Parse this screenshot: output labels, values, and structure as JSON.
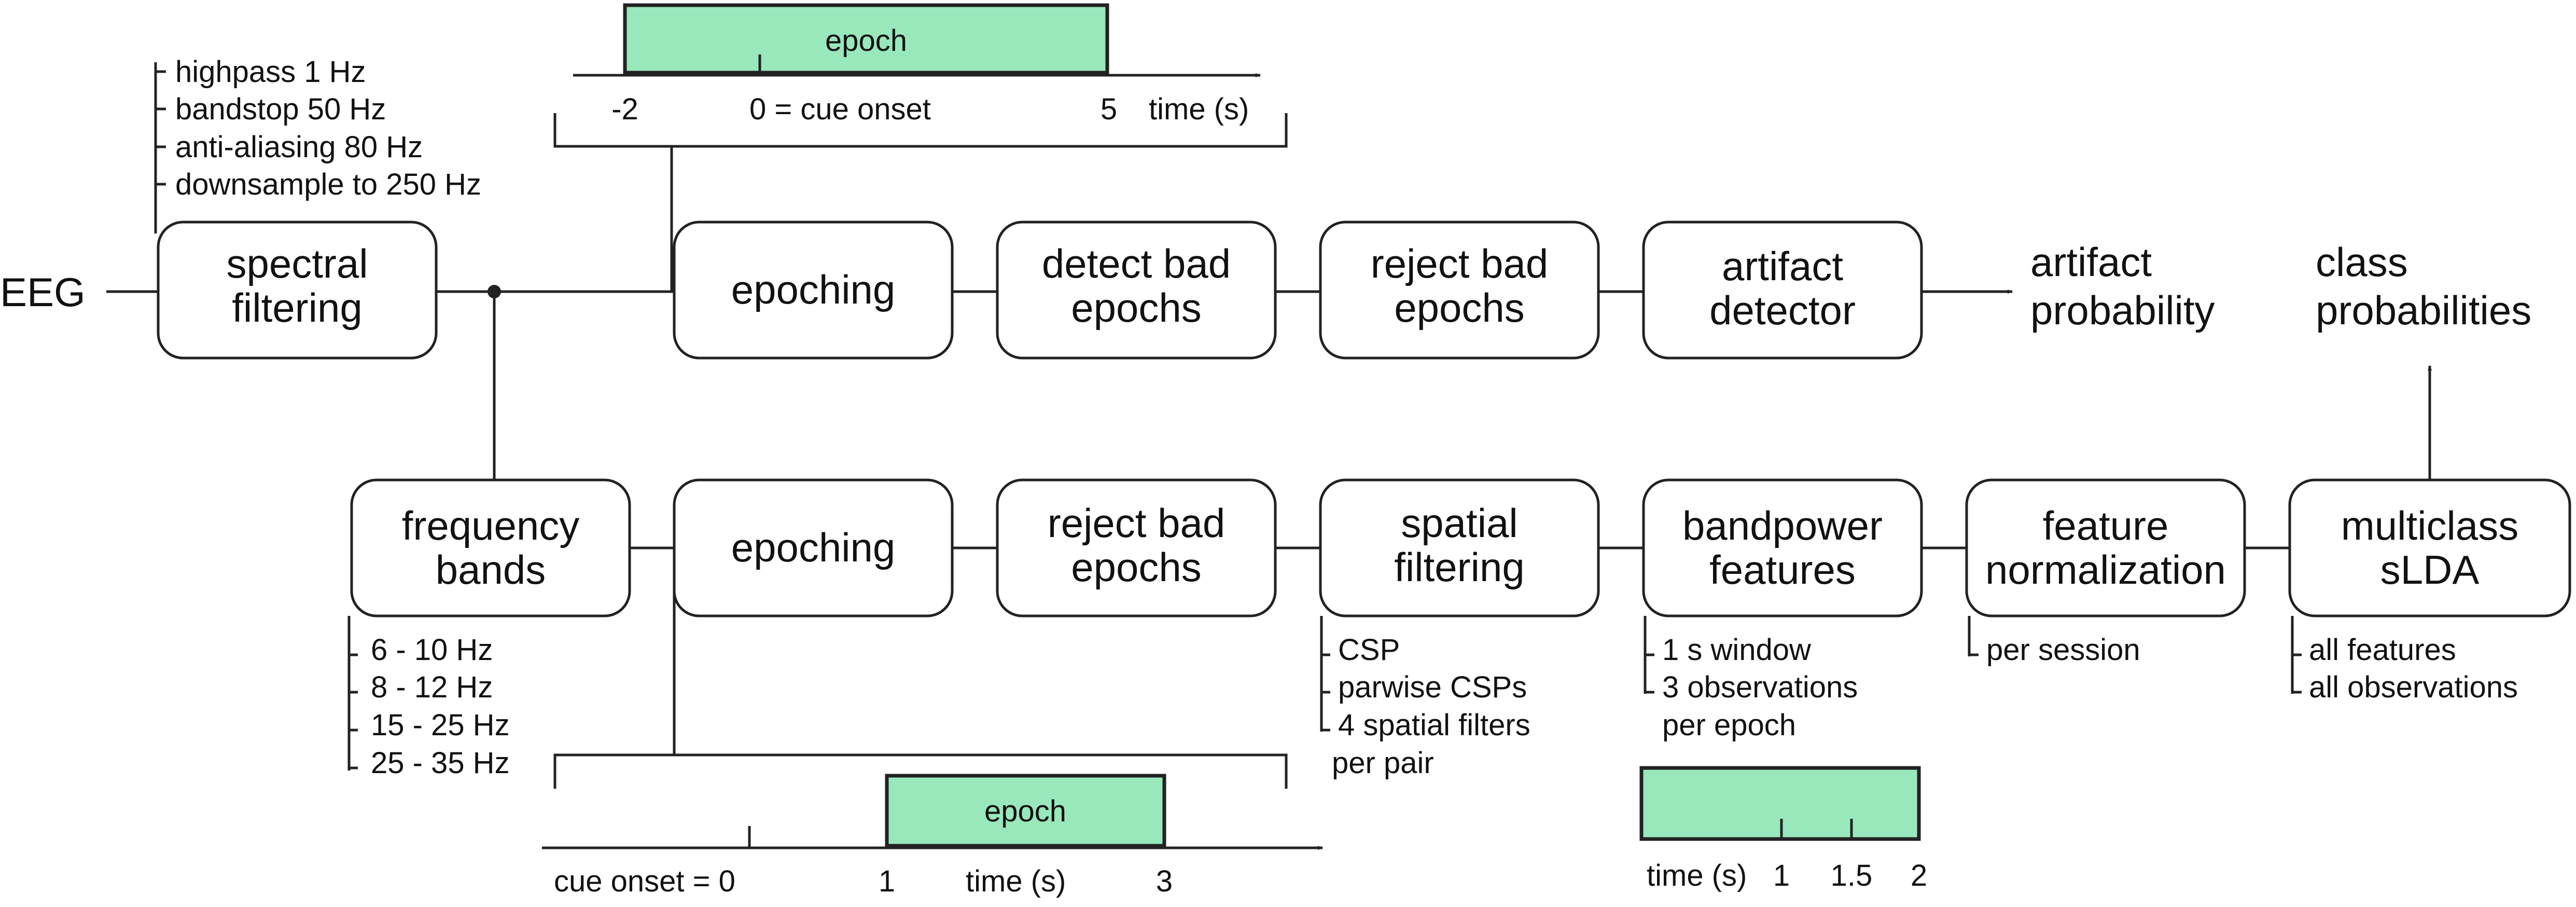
{
  "input_label": "EEG",
  "preprocessing_notes": [
    "highpass 1 Hz",
    "bandstop 50 Hz",
    "anti-aliasing 80 Hz",
    "downsample to 250 Hz"
  ],
  "top_row": {
    "boxes": [
      [
        "spectral",
        "filtering"
      ],
      [
        "epoching"
      ],
      [
        "detect bad",
        "epochs"
      ],
      [
        "reject bad",
        "epochs"
      ],
      [
        "artifact",
        "detector"
      ]
    ],
    "output": [
      "artifact",
      "probability"
    ],
    "timeline": {
      "epoch_label": "epoch",
      "tick_labels": [
        "-2",
        "0 = cue onset",
        "5",
        "time (s)"
      ]
    }
  },
  "bottom_row": {
    "boxes": [
      [
        "frequency",
        "bands"
      ],
      [
        "epoching"
      ],
      [
        "reject bad",
        "epochs"
      ],
      [
        "spatial",
        "filtering"
      ],
      [
        "bandpower",
        "features"
      ],
      [
        "feature",
        "normalization"
      ],
      [
        "multiclass",
        "sLDA"
      ]
    ],
    "output": [
      "class",
      "probabilities"
    ],
    "band_notes": [
      "6 - 10 Hz",
      "8 - 12 Hz",
      "15 - 25 Hz",
      "25 - 35 Hz"
    ],
    "spatial_notes": [
      "CSP",
      "parwise CSPs",
      "4 spatial filters",
      "per pair"
    ],
    "bandpower_notes": [
      "1 s window",
      "3 observations",
      "per epoch"
    ],
    "normalization_notes": [
      "per session"
    ],
    "lda_notes": [
      "all features",
      "all observations"
    ],
    "timeline": {
      "epoch_label": "epoch",
      "tick_labels": [
        "cue onset = 0",
        "1",
        "time (s)",
        "3"
      ]
    },
    "window_axis": {
      "tick_labels": [
        "time (s)",
        "1",
        "1.5",
        "2"
      ]
    }
  }
}
